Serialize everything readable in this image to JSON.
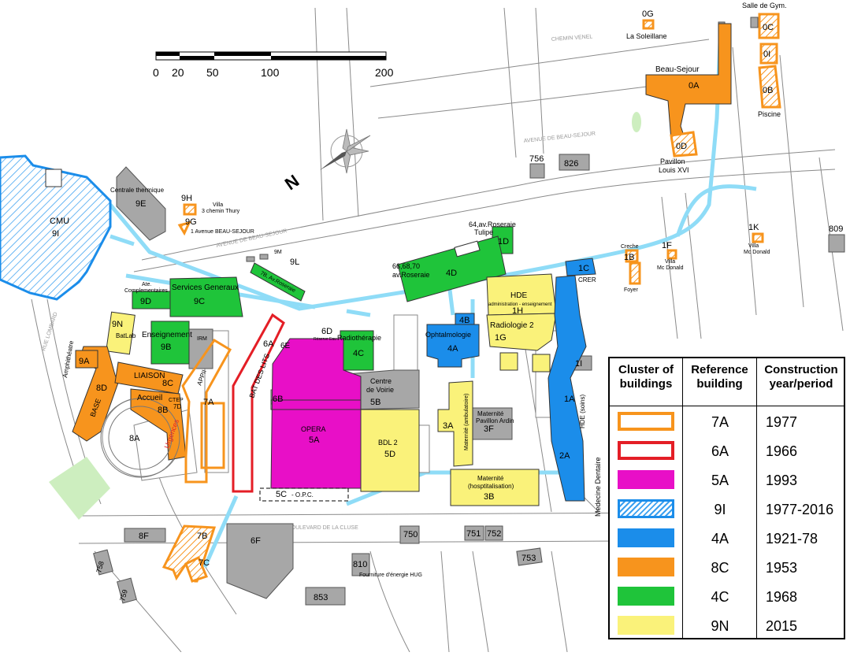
{
  "colors": {
    "orange": "#F7941D",
    "orange_hatch": "#F7941D",
    "red": "#E41E26",
    "magenta": "#E80FC7",
    "blue": "#1B8DEA",
    "blue_hatch": "#3AA0F0",
    "green": "#1FC43A",
    "yellow": "#FAF27A",
    "grey": "#A7A7A7",
    "road_fill": "#ffffff",
    "road_line": "#8a8a8a",
    "tunnel": "#8fdcf7",
    "park": "#cdeebf"
  },
  "scale_bar": {
    "labels": [
      "0",
      "20",
      "50",
      "100",
      "200"
    ]
  },
  "north": "N",
  "legend": {
    "headers": [
      "Cluster of buildings",
      "Reference building",
      "Construction year/period"
    ],
    "rows": [
      {
        "style": "orange-outline",
        "ref": "7A",
        "year": "1977"
      },
      {
        "style": "red-outline",
        "ref": "6A",
        "year": "1966"
      },
      {
        "style": "magenta",
        "ref": "5A",
        "year": "1993"
      },
      {
        "style": "blue-hatch",
        "ref": "9I",
        "year": "1977-2016"
      },
      {
        "style": "blue",
        "ref": "4A",
        "year": "1921-78"
      },
      {
        "style": "orange",
        "ref": "8C",
        "year": "1953"
      },
      {
        "style": "green",
        "ref": "4C",
        "year": "1968"
      },
      {
        "style": "yellow",
        "ref": "9N",
        "year": "2015"
      }
    ]
  },
  "streets": {
    "chemin_venel": "CHEMIN VENEL",
    "avenue_beau_sejour": "AVENUE DE BEAU-SEJOUR",
    "rue_lombard": "RUE LOMBARD",
    "boulevard_cluse": "BOULEVARD DE LA CLUSE"
  },
  "labels": {
    "0G": "0G",
    "la_soleillane": "La Soleillane",
    "salle_gym": "Salle de Gym.",
    "0C": "0C",
    "0I": "0I",
    "0B": "0B",
    "piscine": "Piscine",
    "beau_sejour": "Beau-Sejour",
    "0A": "0A",
    "0D": "0D",
    "pavillon": "Pavillon",
    "louis_xvi": "Louis XVI",
    "756": "756",
    "826": "826",
    "809": "809",
    "1K": "1K",
    "villa_mcdonald_1k_a": "Villa",
    "villa_mcdonald_1k_b": "Mc Donald",
    "1F": "1F",
    "villa_1f_a": "Villa",
    "villa_1f_b": "Mc Donald",
    "creche": "Creche",
    "1B": "1B",
    "foyer": "Foyer",
    "1C": "1C",
    "crer": "CRER",
    "1D": "1D",
    "roseraie_64_a": "64,av.Roseraie",
    "roseraie_64_b": "Tulipe",
    "4D": "4D",
    "roseraie_66_a": "66,68,70",
    "roseraie_66_b": "av.Roseraie",
    "9H": "9H",
    "villa_9h_a": "Villa",
    "villa_9h_b": "3 chemin Thury",
    "9G": "9G",
    "avenue_9g": "1 Avenue  BEAU-SEJOUR",
    "centrale": "Centrale thermique",
    "9E": "9E",
    "cmu": "CMU",
    "9I": "9I",
    "9M": "9M",
    "9L": "9L",
    "roseraie_7b": "7B, Av.Roseraie",
    "ate_a": "Ate.",
    "ate_b": "Complementaires",
    "9D": "9D",
    "services": "Services Generaux",
    "9C": "9C",
    "6D": "6D",
    "reserve": "Réserve Eau",
    "radiotherapie": "Radiothérapie",
    "4C": "4C",
    "hde_admin": "HDE",
    "hde_admin_sub": "administration - enseignement",
    "1H": "1H",
    "radiologie": "Radiologie 2",
    "1G": "1G",
    "4B": "4B",
    "ophtalmologie": "Ophtalmologie",
    "4A": "4A",
    "1I": "1I",
    "1A": "1A",
    "hde_soins": "HDE (soins)",
    "2A": "2A",
    "medecine": "Medecine Dentaire",
    "9N": "9N",
    "batlab": "BatLab",
    "enseignement": "Enseignement",
    "9B": "9B",
    "irm": "IRM",
    "amphitheatre": "Amphithéatre",
    "9A": "9A",
    "8D": "8D",
    "base": "BASE",
    "liaison": "LIAISON",
    "8C": "8C",
    "accueil": "Accueil",
    "8B": "8B",
    "urgences": "Urgences",
    "8A": "8A",
    "ctep": "CTEP",
    "7D": "7D",
    "appii": "APPII",
    "7A": "7A",
    "6A": "6A",
    "6E": "6E",
    "bat_lits": "BAT DES LITS",
    "6B": "6B",
    "opera": "OPERA",
    "5A": "5A",
    "centre_voirie_a": "Centre",
    "centre_voirie_b": "de Voirie",
    "5B": "5B",
    "bdl2": "BDL 2",
    "5D": "5D",
    "5C": "5C",
    "opc": "- O.P.C.",
    "3A": "3A",
    "mat_amb": "Maternité (ambulatoire)",
    "mat_ardin_a": "Maternité",
    "mat_ardin_b": "Pavillon Ardin",
    "3F": "3F",
    "mat_hosp_a": "Maternité",
    "mat_hosp_b": "(hosptitalisation)",
    "3B": "3B",
    "8F": "8F",
    "758": "758",
    "759": "759",
    "7B": "7B",
    "7C": "7C",
    "6F": "6F",
    "750": "750",
    "751": "751",
    "752": "752",
    "753": "753",
    "810": "810",
    "fourniture": "Fourniture d'énergie HUG",
    "853": "853"
  }
}
